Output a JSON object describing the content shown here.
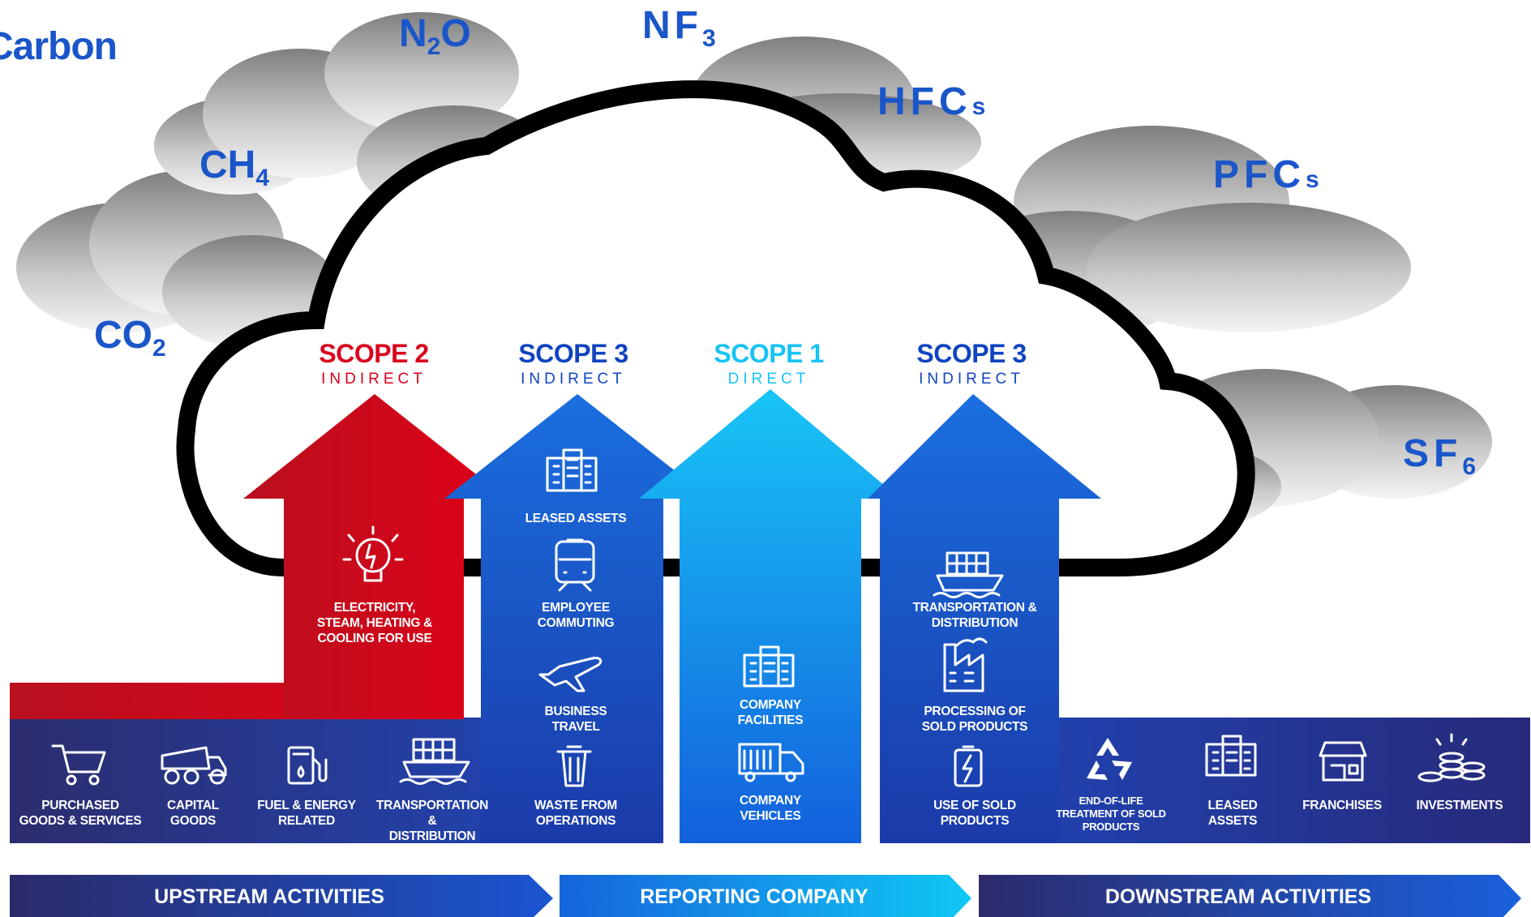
{
  "title": "Carbon",
  "gases": {
    "co2": {
      "base": "CO",
      "sub": "2"
    },
    "ch4": {
      "base": "CH",
      "sub": "4"
    },
    "n2o": {
      "a": "N",
      "sub": "2",
      "b": "O"
    },
    "nf3": {
      "base": "NF",
      "sub": "3"
    },
    "hfcs": {
      "base": "HFC",
      "sfx": "s"
    },
    "pfcs": {
      "base": "PFC",
      "sfx": "s"
    },
    "sf6": {
      "base": "SF",
      "sub": "6"
    }
  },
  "scopes": [
    {
      "name": "SCOPE 2",
      "kind": "INDIRECT",
      "color": "#d9001b"
    },
    {
      "name": "SCOPE 3",
      "kind": "INDIRECT",
      "color": "#1044c0"
    },
    {
      "name": "SCOPE 1",
      "kind": "DIRECT",
      "color": "#18c3f5"
    },
    {
      "name": "SCOPE 3",
      "kind": "INDIRECT",
      "color": "#1044c0"
    }
  ],
  "scope2_items": {
    "electricity": "ELECTRICITY,\nSTEAM, HEATING &\nCOOLING FOR USE"
  },
  "scope3_up_items": {
    "leased_assets": "LEASED ASSETS",
    "employee_commuting": "EMPLOYEE\nCOMMUTING",
    "business_travel": "BUSINESS\nTRAVEL",
    "waste": "WASTE FROM\nOPERATIONS"
  },
  "scope1_items": {
    "facilities": "COMPANY\nFACILITIES",
    "vehicles": "COMPANY\nVEHICLES"
  },
  "scope3_down_items": {
    "transport": "TRANSPORTATION &\nDISTRIBUTION",
    "processing": "PROCESSING OF\nSOLD PRODUCTS",
    "use": "USE OF SOLD\nPRODUCTS"
  },
  "upstream_items": {
    "purchased": "PURCHASED\nGOODS & SERVICES",
    "capital": "CAPITAL\nGOODS",
    "fuel": "FUEL & ENERGY\nRELATED",
    "transport": "TRANSPORTATION &\nDISTRIBUTION"
  },
  "downstream_items": {
    "eol": "END-OF-LIFE\nTREATMENT OF SOLD\nPRODUCTS",
    "leased": "LEASED\nASSETS",
    "franchises": "FRANCHISES",
    "investments": "INVESTMENTS"
  },
  "banners": {
    "upstream": "UPSTREAM ACTIVITIES",
    "reporting": "REPORTING COMPANY",
    "downstream": "DOWNSTREAM ACTIVITIES"
  },
  "colors": {
    "red": "#d9001b",
    "blue": "#1044c0",
    "cyan": "#18c3f5",
    "navy": "#2a2f7a",
    "gas_text": "#1a56c9"
  }
}
